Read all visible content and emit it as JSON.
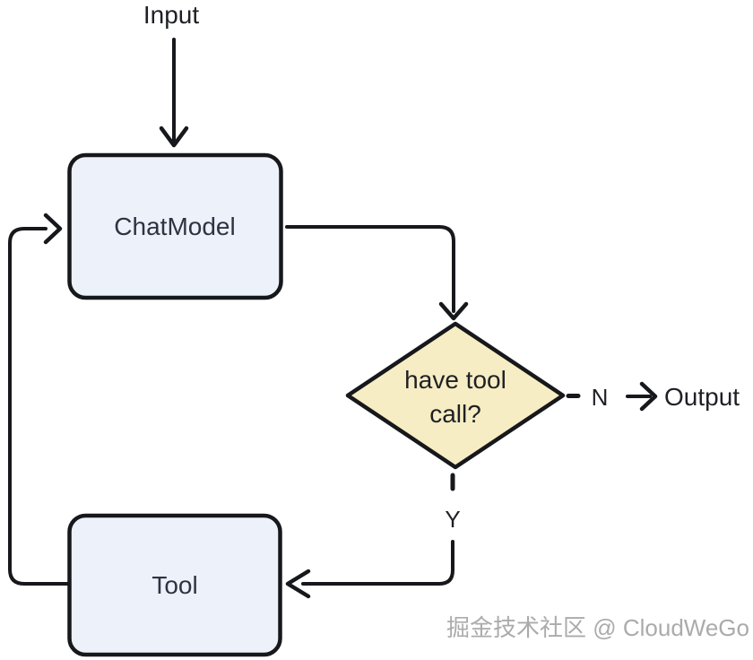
{
  "nodes": {
    "input_label": "Input",
    "chat_model_label": "ChatModel",
    "decision": {
      "line1": "have tool",
      "line2": "call?"
    },
    "tool_label": "Tool",
    "output_label": "Output"
  },
  "edges": {
    "no_label": "N",
    "yes_label": "Y"
  },
  "watermark": "掘金技术社区 @ CloudWeGo",
  "colors": {
    "background": "#ffffff",
    "node_fill": "#edf1f9",
    "decision_fill": "#f6edc4",
    "line_stroke": "#17181c",
    "node_text": "#2e3342",
    "label_text": "#1e2025",
    "watermark_text": "#ababab"
  }
}
